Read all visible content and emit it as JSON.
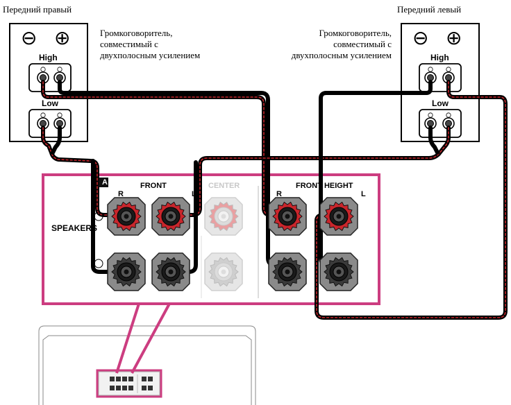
{
  "speakers": {
    "right": {
      "title": "Передний правый",
      "caption": "Громкоговоритель,\nсовместимый с\nдвухполосным усилением",
      "high_label": "High",
      "low_label": "Low",
      "minus_symbol": "⊖",
      "plus_symbol": "⊕"
    },
    "left": {
      "title": "Передний левый",
      "caption": "Громкоговоритель,\nсовместимый с\nдвухполосным усилением",
      "high_label": "High",
      "low_label": "Low",
      "minus_symbol": "⊖",
      "plus_symbol": "⊕"
    }
  },
  "panel": {
    "badge": "A",
    "speakers_label": "SPEAKERS",
    "front_label": "FRONT",
    "center_label": "CENTER",
    "front_height_label": "FRONT HEIGHT",
    "front_r": "R",
    "front_l": "L",
    "fh_r": "R",
    "fh_l": "L"
  },
  "colors": {
    "accent": "#cc3d80",
    "terminal_red": "#c8262c",
    "terminal_dark": "#3a3a3a",
    "wire": "#000000"
  }
}
